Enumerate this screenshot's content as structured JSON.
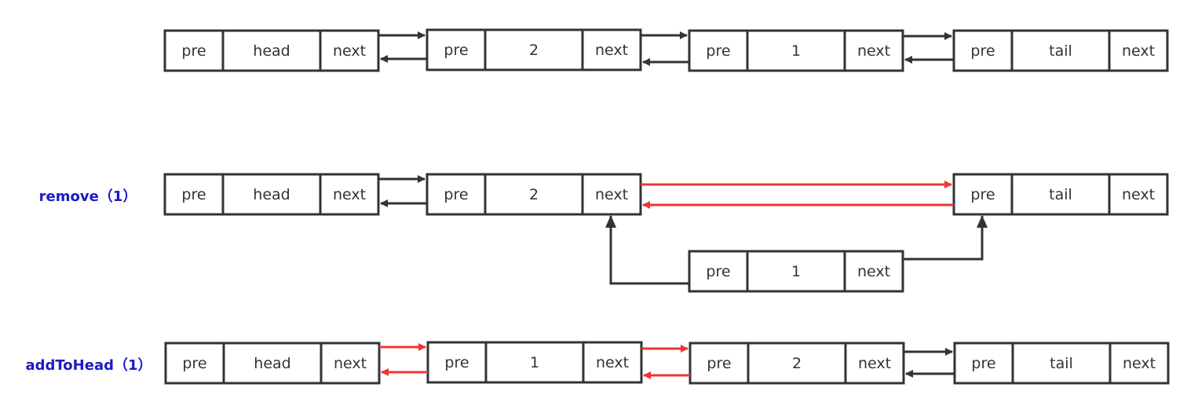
{
  "colors": {
    "link": "#333333",
    "changed_link": "#f03535",
    "label": "#1a1ac7",
    "node_border": "#333333"
  },
  "rows": [
    {
      "id": "initial",
      "label": "",
      "nodes": [
        {
          "cells": [
            "pre",
            "head",
            "next"
          ]
        },
        {
          "cells": [
            "pre",
            "2",
            "next"
          ]
        },
        {
          "cells": [
            "pre",
            "1",
            "next"
          ]
        },
        {
          "cells": [
            "pre",
            "tail",
            "next"
          ]
        }
      ]
    },
    {
      "id": "remove",
      "label": "remove（1）",
      "nodes": [
        {
          "cells": [
            "pre",
            "head",
            "next"
          ]
        },
        {
          "cells": [
            "pre",
            "2",
            "next"
          ]
        },
        {
          "cells": [
            "pre",
            "tail",
            "next"
          ]
        }
      ],
      "detached_node": {
        "cells": [
          "pre",
          "1",
          "next"
        ]
      }
    },
    {
      "id": "addToHead",
      "label": "addToHead（1）",
      "nodes": [
        {
          "cells": [
            "pre",
            "head",
            "next"
          ]
        },
        {
          "cells": [
            "pre",
            "1",
            "next"
          ]
        },
        {
          "cells": [
            "pre",
            "2",
            "next"
          ]
        },
        {
          "cells": [
            "pre",
            "tail",
            "next"
          ]
        }
      ]
    }
  ]
}
